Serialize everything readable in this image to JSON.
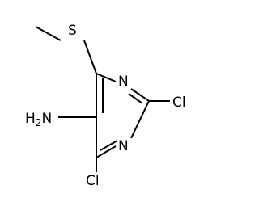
{
  "molecule": {
    "atoms": {
      "sulfur": "S",
      "ring_nitrogen_upper": "N",
      "ring_nitrogen_lower": "N",
      "amine": "H2N",
      "chlorine_right": "Cl",
      "chlorine_bottom": "Cl"
    },
    "colors": {
      "bond": "#000000",
      "label": "#000000",
      "background": "#ffffff"
    }
  }
}
